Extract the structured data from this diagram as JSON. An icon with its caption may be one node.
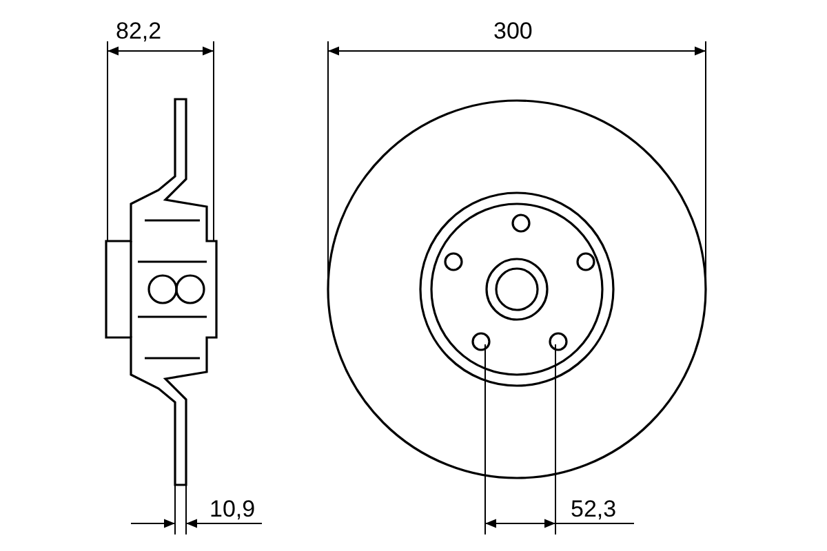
{
  "diagram": {
    "labels": [
      "82,2",
      "300",
      "10,9",
      "52,3"
    ]
  }
}
